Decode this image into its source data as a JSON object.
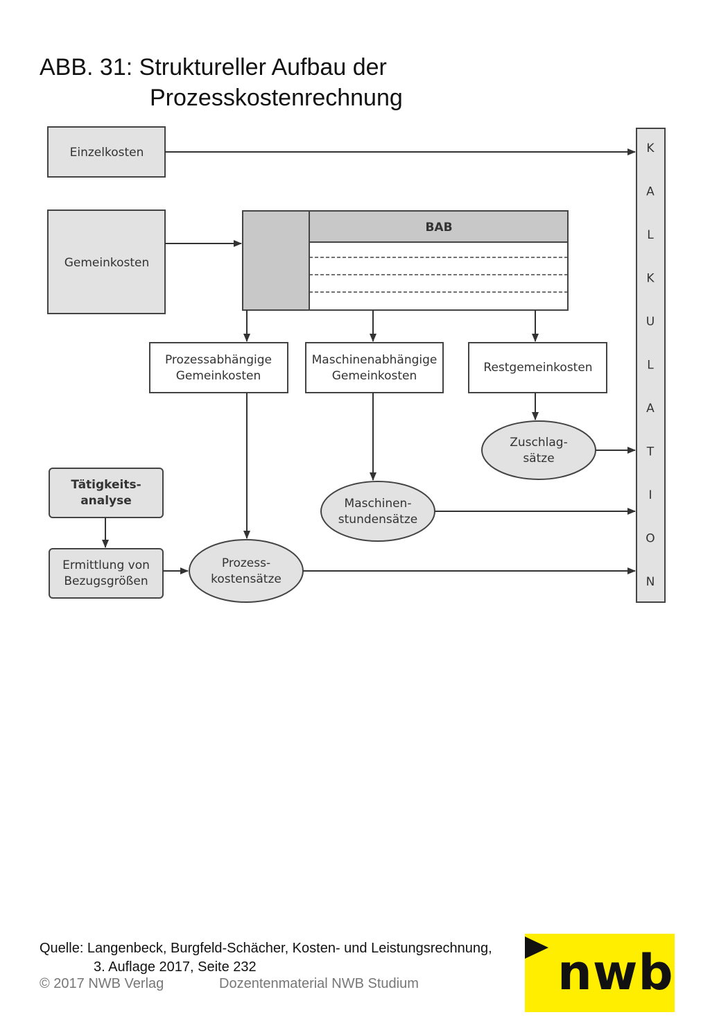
{
  "title": {
    "line1": "ABB. 31: Struktureller Aufbau der",
    "line2": "Prozesskostenrechnung"
  },
  "diagram": {
    "einzelkosten": "Einzelkosten",
    "gemeinkosten": "Gemeinkosten",
    "bab": "BAB",
    "prozessabhaengige": [
      "Prozessabhängige",
      "Gemeinkosten"
    ],
    "maschinenabhaengige": [
      "Maschinenabhängige",
      "Gemeinkosten"
    ],
    "restgemeinkosten": "Restgemeinkosten",
    "zuschlagsaetze": [
      "Zuschlag-",
      "sätze"
    ],
    "maschinenstundensaetze": [
      "Maschinen-",
      "stundensätze"
    ],
    "taetigkeitsanalyse": [
      "Tätigkeits-",
      "analyse"
    ],
    "ermittlung": [
      "Ermittlung von",
      "Bezugsgrößen"
    ],
    "prozesskostensaetze": [
      "Prozess-",
      "kostensätze"
    ],
    "kalkulation_letters": [
      "K",
      "A",
      "L",
      "K",
      "U",
      "L",
      "A",
      "T",
      "I",
      "O",
      "N"
    ]
  },
  "footer": {
    "source_line1": "Quelle: Langenbeck, Burgfeld-Schächer, Kosten- und Leistungsrechnung,",
    "source_line2": "3. Auflage 2017, Seite 232",
    "copyright": "© 2017 NWB Verlag",
    "material": "Dozentenmaterial NWB Studium"
  },
  "logo": {
    "text": "nwb",
    "color": "#ffee00"
  },
  "colors": {
    "box_fill": "#e2e2e2",
    "bab_fill": "#c8c8c8",
    "stroke": "#444444"
  }
}
